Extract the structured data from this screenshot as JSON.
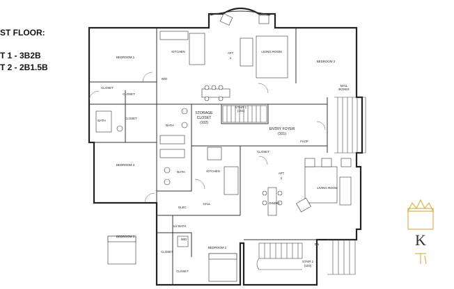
{
  "legend": {
    "title": "ST FLOOR:",
    "unit1": "T 1 - 3B2B",
    "unit2": "T 2 - 2B1.5B"
  },
  "rooms": {
    "bedroom1": "BEDROOM 1",
    "bedroom2_top": "BEDROOM 2",
    "bedroom3": "BEDROOM 3",
    "bedroom1_low": "BEDROOM 1",
    "bedroom2_low": "BEDROOM 2",
    "kitchen1": "KITCHEN",
    "kitchen2": "KITCHEN",
    "living1": "LIVING ROOM",
    "living2": "LIVING ROOM",
    "apt1": "APT",
    "apt1_num": "1",
    "apt2": "APT",
    "apt2_num": "2",
    "closet1": "CLOSET",
    "closet2": "CLOSET",
    "closet3": "CLOSET",
    "closet4": "CLOSET",
    "closet5": "CLOSET",
    "closet6": "CLOSET",
    "bath1": "BATH",
    "bath2": "BATH",
    "bath3": "BATH",
    "half_bath": "1/2 BATH",
    "storage": "STORAGE",
    "storage2": "CLOSET",
    "storage_num": "(102)",
    "stair1": "STAIR 1",
    "stair1_num": "(101)",
    "entry": "ENTRY FOYER",
    "entry_num": "(101)",
    "stair2": "STAIR 2",
    "stair2_num": "(103)",
    "hall": "HALL",
    "dining": "DINING",
    "wd1": "W/D",
    "wd2": "W/D",
    "mail": "MAIL",
    "mail2": "BOXES",
    "facp": "FACP",
    "elec": "ELEC",
    "dn": "DN"
  },
  "logo": {
    "letter": "K",
    "colors": {
      "gold": "#d9b34a",
      "ink": "#333333"
    }
  }
}
